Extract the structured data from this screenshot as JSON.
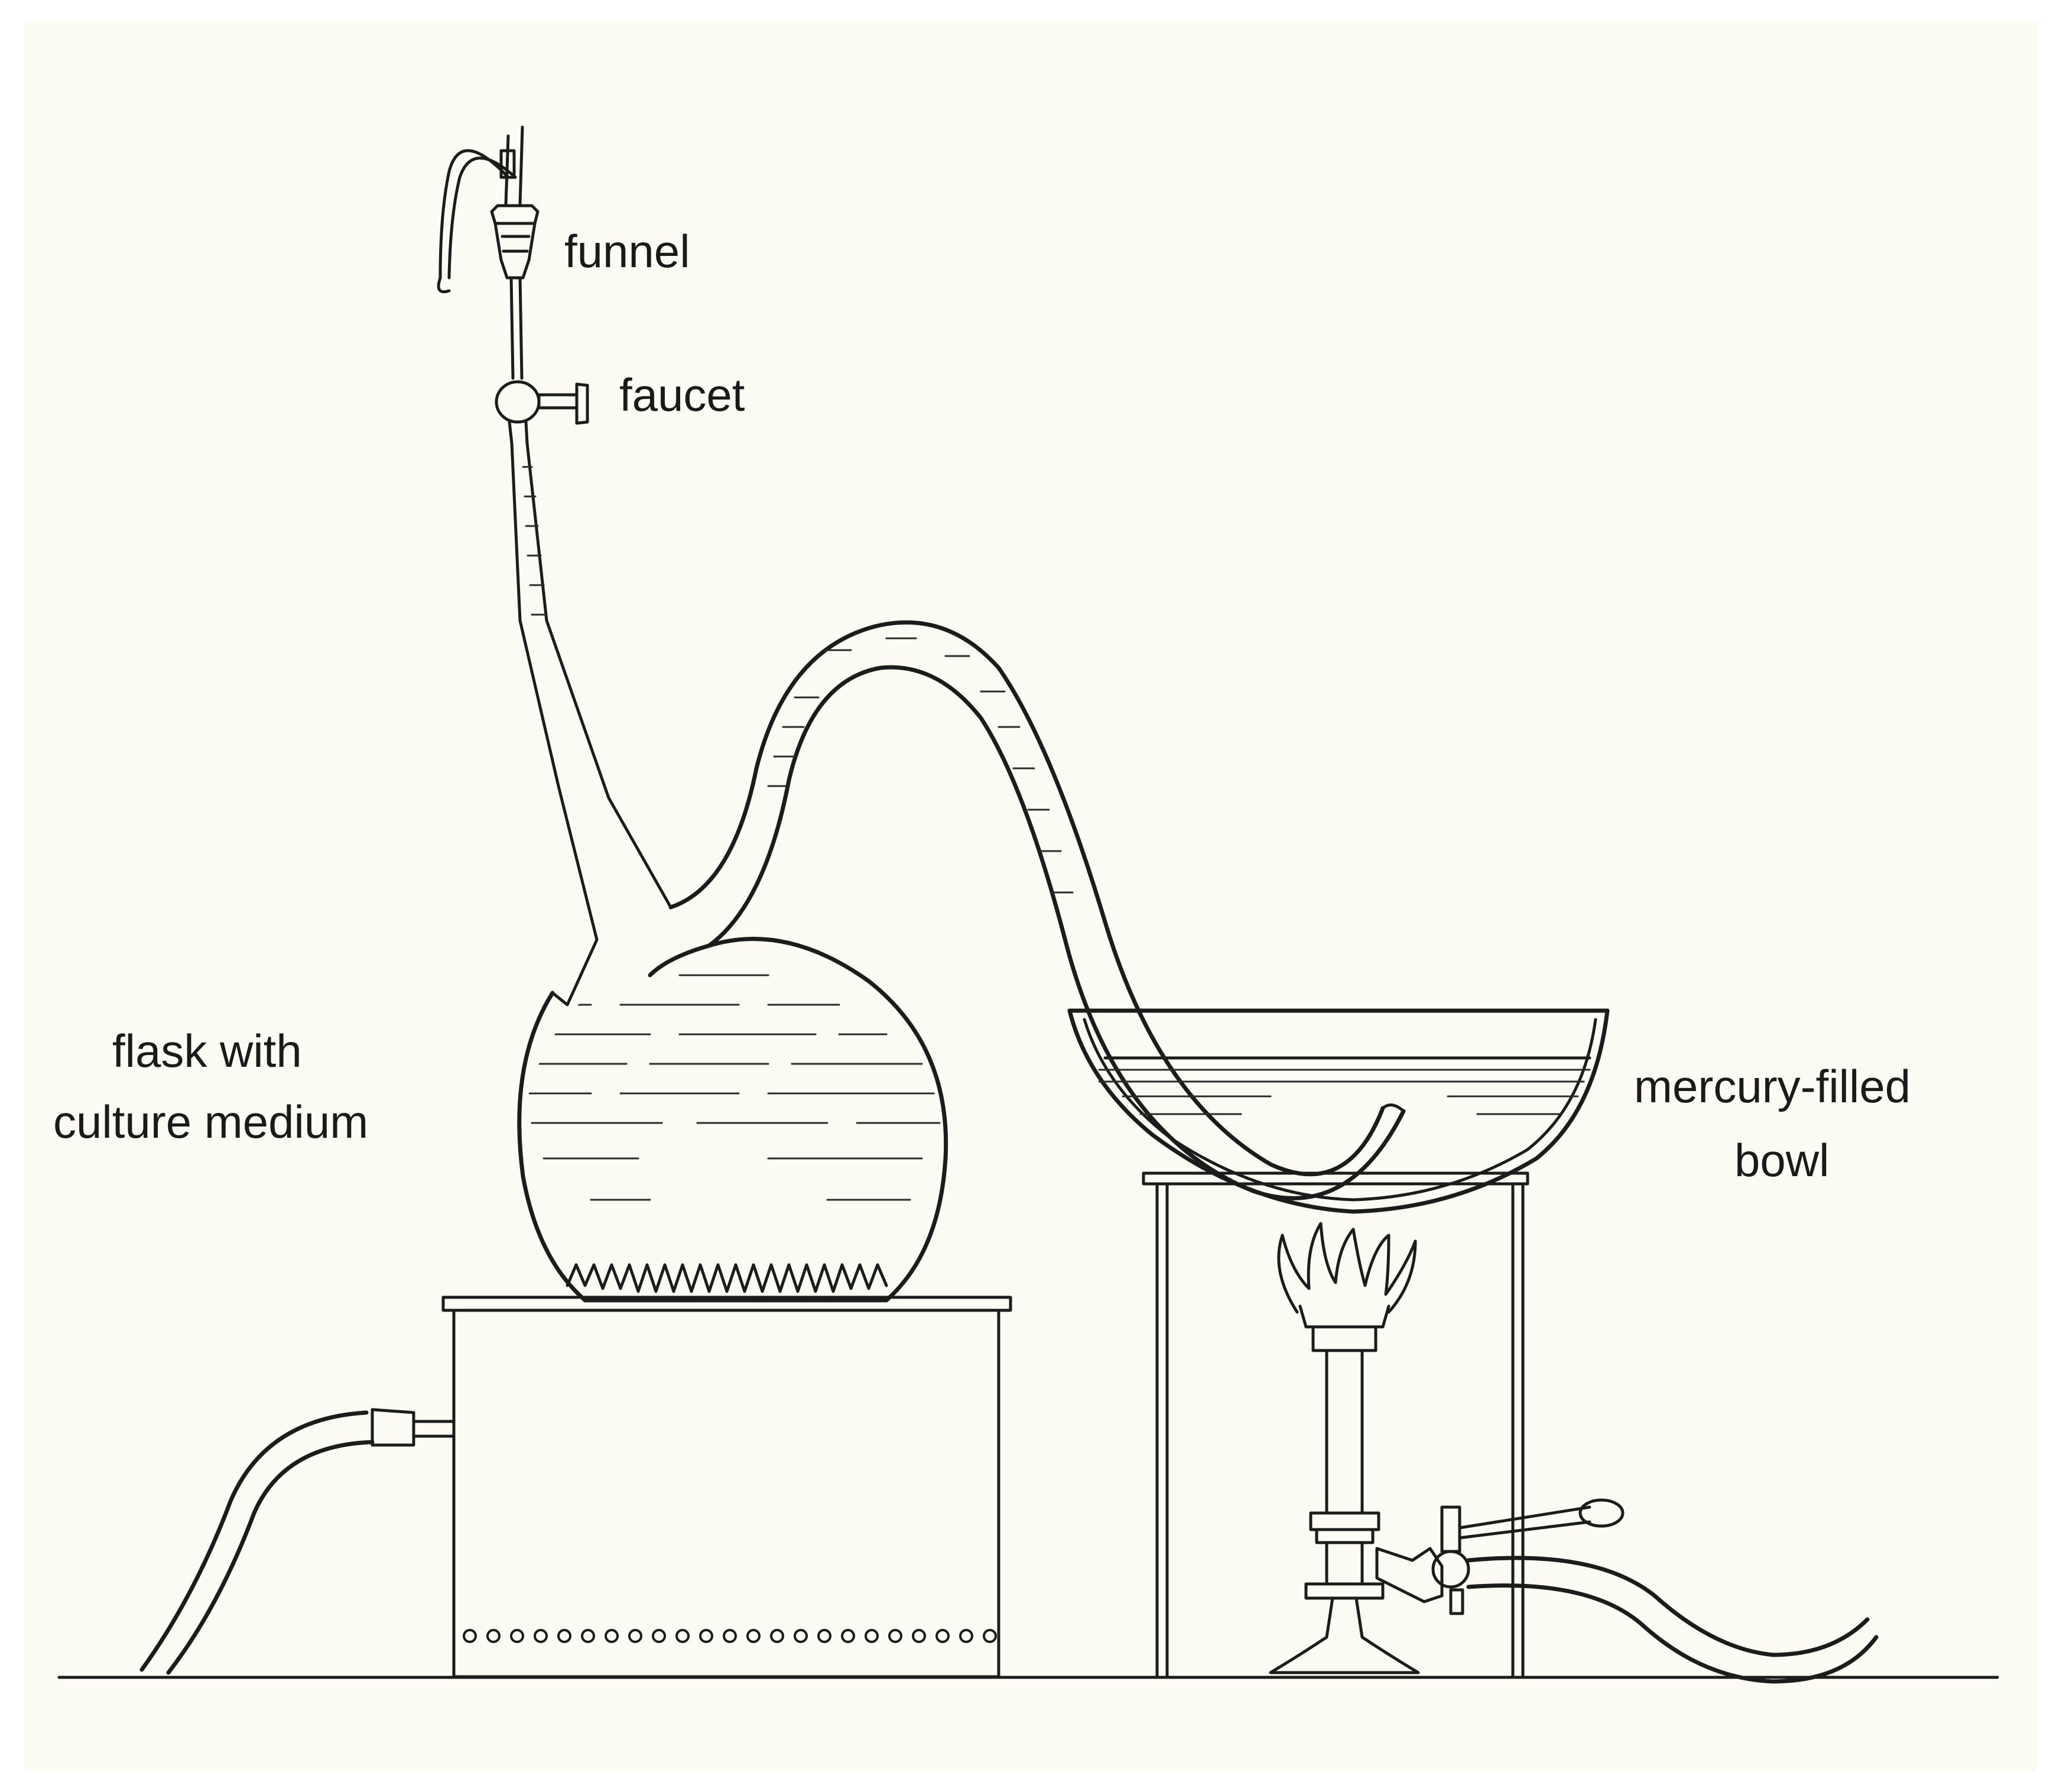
{
  "colors": {
    "paper": "#fbfbf3",
    "ink": "#1c1c1c",
    "background": "#ffffff"
  },
  "labels": {
    "funnel": "funnel",
    "faucet": "faucet",
    "flask_line1": "flask with",
    "flask_line2": "culture medium",
    "bowl_line1": "mercury-filled",
    "bowl_line2": "bowl"
  }
}
